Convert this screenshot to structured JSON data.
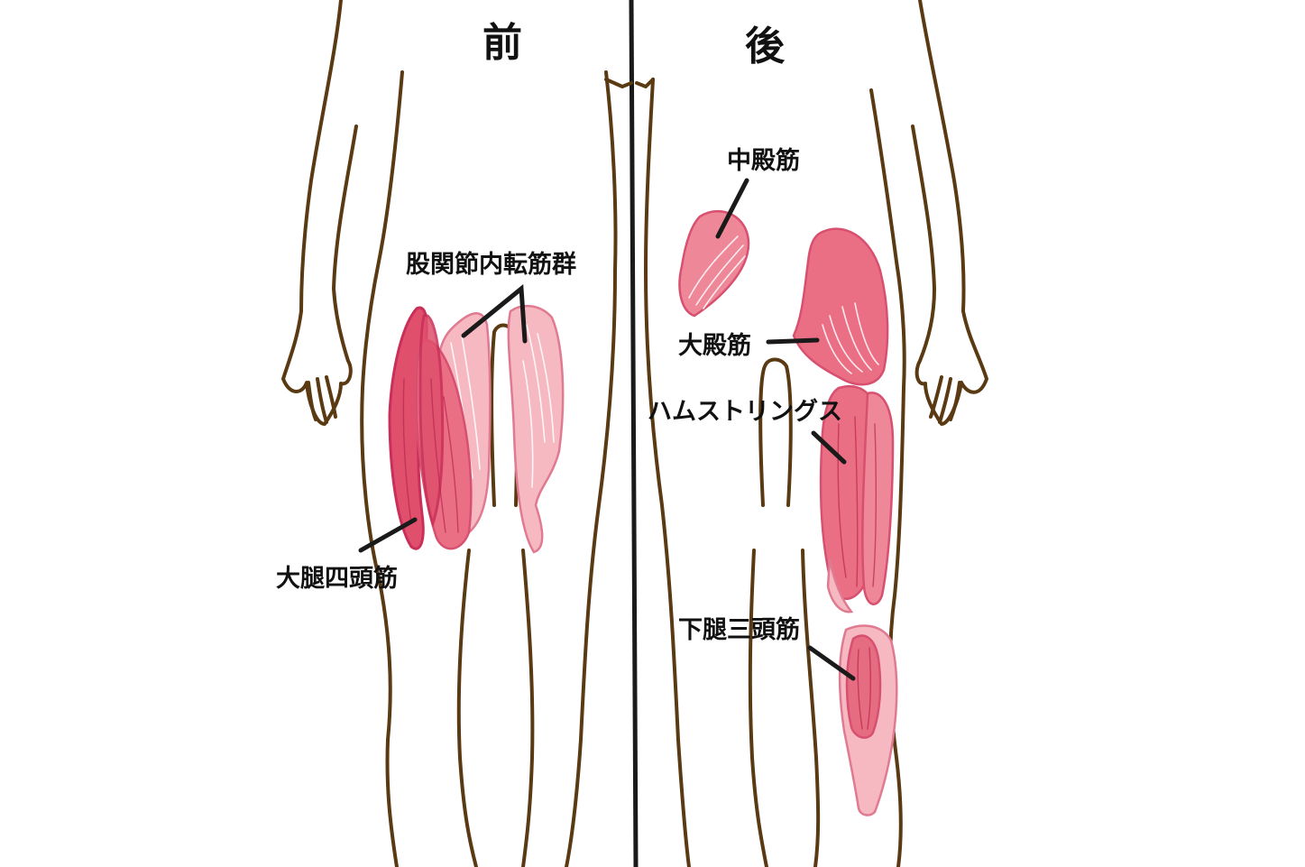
{
  "headings": {
    "front": "前",
    "back": "後"
  },
  "labels": {
    "adductors": "股関節内転筋群",
    "quadriceps": "大腿四頭筋",
    "gluteus_medius": "中殿筋",
    "gluteus_maximus": "大殿筋",
    "hamstrings": "ハムストリングス",
    "triceps_surae": "下腿三頭筋"
  },
  "colors": {
    "outline": "#5a3a12",
    "divider": "#1a1a1a",
    "muscle_dark": "#e0506d",
    "muscle_mid": "#eb6f84",
    "muscle_light": "#f6b9c2"
  }
}
